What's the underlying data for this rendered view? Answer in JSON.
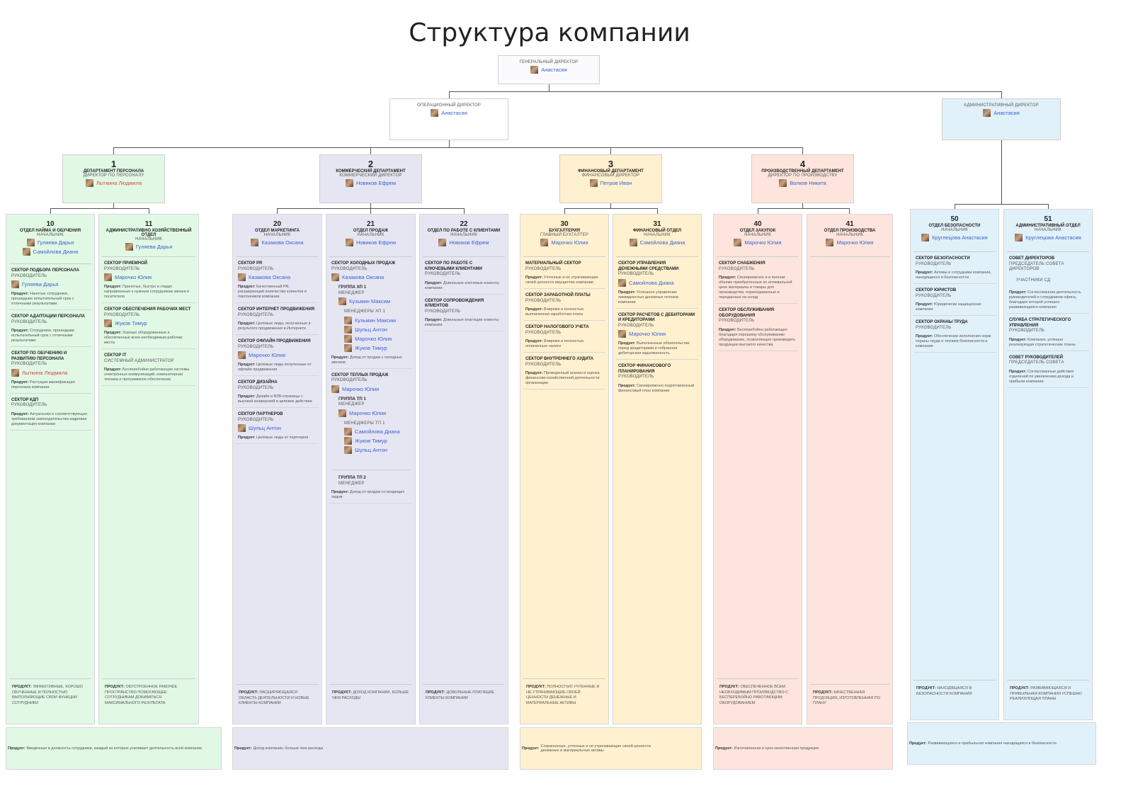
{
  "title": "Структура компании",
  "ceo": {
    "role": "ГЕНЕРАЛЬНЫЙ ДИРЕКТОР",
    "name": "Анастасия"
  },
  "coo": {
    "role": "ОПЕРАЦИОННЫЙ ДИРЕКТОР",
    "name": "Анастасия"
  },
  "cao": {
    "role": "АДМИНИСТРАТИВНЫЙ ДИРЕКТОР",
    "name": "Анастасия"
  },
  "colors": {
    "green": "#e1f8e5",
    "purple": "#e6e6f3",
    "yellow": "#fff1cf",
    "red": "#fde5dd",
    "blue": "#e1f1fa",
    "link": "#3a5fd0"
  },
  "departments": [
    {
      "num": "1",
      "name": "ДЕПАРТАМЕНТ ПЕРСОНАЛА",
      "role": "ДИРЕКТОР ПО ПЕРСОНАЛУ",
      "person": "Лыткина Людмила"
    },
    {
      "num": "2",
      "name": "КОММЕРЧЕСКИЙ ДЕПАРТАМЕНТ",
      "role": "КОММЕРЧЕСКИЙ ДИРЕКТОР",
      "person": "Новиков Ефрем"
    },
    {
      "num": "3",
      "name": "ФИНАНСОВЫЙ ДЕПАРТАМЕНТ",
      "role": "ФИНАНСОВЫЙ ДИРЕКТОР",
      "person": "Петров Иван"
    },
    {
      "num": "4",
      "name": "ПРОИЗВОДСТВЕННЫЙ ДЕПАРТАМЕНТ",
      "role": "ДИРЕКТОР ПО ПРОИЗВОДСТВУ",
      "person": "Волков Никита"
    }
  ],
  "labels": {
    "head": "НАЧАЛЬНИК",
    "lead": "РУКОВОДИТЕЛЬ",
    "product": "Продукт:",
    "product_caps": "ПРОДУКТ:",
    "manager": "МЕНЕДЖЕР"
  },
  "c10": {
    "num": "10",
    "name": "ОТДЕЛ НАЙМА И ОБУЧЕНИЯ",
    "p1": "Гуляева Дарья",
    "p2": "Самойлова Диана",
    "s1": {
      "t": "СЕКТОР ПОДБОРА ПЕРСОНАЛА",
      "p": "Гуляева Дарья",
      "d": "Нанятые сотрудники, прошедшие испытательный срок с отличными результатами"
    },
    "s2": {
      "t": "СЕКТОР АДАПТАЦИИ ПЕРСОНАЛА",
      "d": "Сотрудники, прошедшие испытательный срок с отличными результатами"
    },
    "s3": {
      "t": "СЕКТОР ПО ОБУЧЕНИЮ И РАЗВИТИЮ ПЕРСОНАЛА",
      "p": "Лыткина Людмила",
      "d": "Растущая квалификация персонала компании"
    },
    "s4": {
      "t": "СЕКТОР КДП",
      "d": "Актуальная и соответствующая требованиям законодательства кадровая документация компании"
    },
    "foot": "ЭФФЕКТИВНЫЕ, ХОРОШО ОБУЧЕННЫЕ И ПОЛНОСТЬЮ ВЫПОЛНЯЮЩИЕ СВОИ ФУНКЦИИ СОТРУДНИКИ"
  },
  "c11": {
    "num": "11",
    "name": "АДМИНИСТРАТИВНО ХОЗЯЙСТВЕННЫЙ ОТДЕЛ",
    "p1": "Гуляева Дарья",
    "s1": {
      "t": "СЕКТОР ПРИЕМНОЙ",
      "p": "Марочко Юлия",
      "d": "Принятые, быстро и гладко направленные к нужным сотрудникам звонки и посетители"
    },
    "s2": {
      "t": "СЕКТОР ОБЕСПЕЧЕНИЯ РАБОЧИХ МЕСТ",
      "p": "Жуков Тимур",
      "d": "Хорошо оборудованные и обеспеченные всем необходимым рабочие места"
    },
    "s3": {
      "t": "СЕКТОР IT",
      "r": "СИСТЕМНЫЙ АДМИНИСТРАТОР",
      "d": "Бесперебойно работающие системы электронных коммуникаций, компьютерная техника и программное обеспечение"
    },
    "foot": "ОБУСТРОЕННОЕ РАБОЧЕЕ ПРОСТРАНСТВО ПОМОГАЮЩЕЕ СОТРУДНИКАМ ДОБИВАТЬСЯ МАКСИМАЛЬНОГО РЕЗУЛЬТАТА"
  },
  "c20": {
    "num": "20",
    "name": "ОТДЕЛ МАРКЕТИНГА",
    "p1": "Казакова Оксана",
    "s1": {
      "t": "СЕКТОР PR",
      "p": "Казакова Оксана",
      "d": "Качественный PR, расширяющий количество клиентов и поклонников компании"
    },
    "s2": {
      "t": "СЕКТОР ИНТЕРНЕТ ПРОДВИЖЕНИЯ",
      "d": "Целевые лиды, полученные в результате продвижения в Интернете"
    },
    "s3": {
      "t": "СЕКТОР ОФЛАЙН ПРОДВИЖЕНИЯ",
      "p": "Марочко Юлия",
      "d": "Целевые лиды полученные от офлайн продвижения"
    },
    "s4": {
      "t": "СЕКТОР ДИЗАЙНА",
      "d": "Дизайн и В2В-страницы с высокой конверсией в целевое действие"
    },
    "s5": {
      "t": "СЕКТОР ПАРТНЕРОВ",
      "p": "Шульц Антон",
      "d": "Целевые лиды от партнеров"
    },
    "foot": "РАСШИРЯЮЩАЯСЯ ОБЛАСТЬ ДЕЯТЕЛЬНОСТИ И НОВЫЕ КЛИЕНТЫ КОМПАНИИ"
  },
  "c21": {
    "num": "21",
    "name": "ОТДЕЛ ПРОДАЖ",
    "p1": "Новиков Ефрем",
    "s1": {
      "t": "СЕКТОР ХОЛОДНЫХ ПРОДАЖ",
      "p": "Казакова Оксана"
    },
    "g1": {
      "t": "ГРУППА ХП 1",
      "p": "Кузьмин Максим",
      "mt": "МЕНЕДЖЕРЫ ХП 1",
      "m": [
        "Кузьмин Максим",
        "Шульц Антон",
        "Марочко Юлия",
        "Жуков Тимур"
      ]
    },
    "s1d": "Доход от продаж с холодных звонков",
    "s2": {
      "t": "СЕКТОР ТЕПЛЫХ ПРОДАЖ",
      "p": "Марочко Юлия"
    },
    "g2": {
      "t": "ГРУППА ТП 1",
      "p": "Марочко Юлия",
      "mt": "МЕНЕДЖЕРЫ ТП 1",
      "m": [
        "Самойлова Диана",
        "Жуков Тимур",
        "Шульц Антон"
      ]
    },
    "g3": {
      "t": "ГРУППА ТП 2",
      "d": "Доход от продаж со входящих лидов"
    },
    "foot": "ДОХОД КОМПАНИИ, БОЛЬШЕ ЧЕМ РАСХОДЫ"
  },
  "c22": {
    "num": "22",
    "name": "ОТДЕЛ ПО РАБОТЕ С КЛИЕНТАМИ",
    "p1": "Новиков Ефрем",
    "s1": {
      "t": "СЕКТОР ПО РАБОТЕ С КЛЮЧЕВЫМИ КЛИЕНТАМИ",
      "d": "Довольные ключевые клиенты компании"
    },
    "s2": {
      "t": "СЕКТОР СОПРОВОЖДЕНИЯ КЛИЕНТОВ",
      "d": "Довольные платящие клиенты компании"
    },
    "foot": "ДОВОЛЬНЫЕ ПЛАТЯЩИЕ КЛИЕНТЫ КОМПАНИИ"
  },
  "c30": {
    "num": "30",
    "name": "БУХГАЛТЕРИЯ",
    "r": "ГЛАВНЫЙ БУХГАЛТЕР",
    "p1": "Марочко Юлия",
    "s1": {
      "t": "МАТЕРИАЛЬНЫЙ СЕКТОР",
      "d": "Учтенные и не утрачивающие своей ценности имущество компании"
    },
    "s2": {
      "t": "СЕКТОР ЗАРАБОТНОЙ ПЛАТЫ",
      "d": "Вовремя и полностью выплаченная заработная плата"
    },
    "s3": {
      "t": "СЕКТОР НАЛОГОВОГО УЧЕТА",
      "d": "Вовремя и полностью оплаченные налоги"
    },
    "s4": {
      "t": "СЕКТОР ВНУТРЕННЕГО АУДИТА",
      "d": "Проведенный анализ и оценка финансово-хозяйственной деятельности организации"
    },
    "foot": "ПОЛНОСТЬЮ УЧТЕННЫЕ И НЕ УТРАЧИВАЮЩИЕ СВОЕЙ ЦЕННОСТИ ДЕНЕЖНЫЕ И МАТЕРИАЛЬНЫЕ АКТИВЫ"
  },
  "c31": {
    "num": "31",
    "name": "ФИНАНСОВЫЙ ОТДЕЛ",
    "p1": "Самойлова Диана",
    "s1": {
      "t": "СЕКТОР УПРАВЛЕНИЯ ДЕНЕЖНЫМИ СРЕДСТВАМИ",
      "p": "Самойлова Диана",
      "d": "Успешное управление ликвидностью денежных потоков компании"
    },
    "s2": {
      "t": "СЕКТОР РАСЧЕТОВ С ДЕБИТОРАМИ И КРЕДИТОРАМИ",
      "p": "Марочко Юлия",
      "d": "Выполненные обязательства перед кредиторами и собранная дебиторская задолженность"
    },
    "s3": {
      "t": "СЕКТОР ФИНАНСОВОГО ПЛАНИРОВАНИЯ",
      "d": "Своевременно подготовленный финансовый план компании"
    }
  },
  "c40": {
    "num": "40",
    "name": "ОТДЕЛ ЗАКУПОК",
    "p1": "Марочко Юлия",
    "s1": {
      "t": "СЕКТОР СНАБЖЕНИЯ",
      "d": "Своевременно и в полном объеме приобретенные по оптимальной цене материалы и товары для производства, оприходованные и переданные на склад"
    },
    "s2": {
      "t": "СЕКТОР ОБСЛУЖИВАНИЯ ОБОРУДОВАНИЯ",
      "d": "Бесперебойно работающее благодаря хорошему обслуживанию оборудование, позволяющее производить продукцию высокого качества"
    },
    "foot": "ОБЕСПЕЧЕННОЕ ВСЕМ НЕОБХОДИМЫМ ПРОИЗВОДСТВО С БЕСПЕРЕБОЙНО РАБОТАЮЩИМ ОБОРУДОВАНИЕМ"
  },
  "c41": {
    "num": "41",
    "name": "ОТДЕЛ ПРОИЗВОДСТВА",
    "p1": "Марочко Юлия",
    "foot": "КАЧЕСТВЕННАЯ ПРОДУКЦИЯ, ИЗГОТОВЛЕННАЯ ПО ПЛАНУ"
  },
  "c50": {
    "num": "50",
    "name": "ОТДЕЛ БЕЗОПАСНОСТИ",
    "p1": "Круглецова Анастасия",
    "s1": {
      "t": "СЕКТОР БЕЗОПАСНОСТИ",
      "d": "Активы и сотрудники компании, находящиеся в безопасности"
    },
    "s2": {
      "t": "СЕКТОР ЮРИСТОВ",
      "d": "Юридически защищенная компания"
    },
    "s3": {
      "t": "СЕКТОР ОХРАНЫ ТРУДА",
      "d": "Обеспечение исполнения норм охраны труда и техники безопасности в компании"
    },
    "foot": "НАХОДЯЩАЯСЯ В БЕЗОПАСНОСТИ КОМПАНИЯ"
  },
  "c51": {
    "num": "51",
    "name": "АДМИНИСТРАТИВНЫЙ ОТДЕЛ",
    "p1": "Круглецова Анастасия",
    "s1": {
      "t": "СОВЕТ ДИРЕКТОРОВ",
      "r": "ПРЕДСЕДАТЕЛЬ СОВЕТА ДИРЕКТОРОВ",
      "r2": "УЧАСТНИКИ СД",
      "d": "Согласованная деятельность руководителей и сотрудников офиса, благодаря которой успешно развивающаяся компания"
    },
    "s2": {
      "t": "СЛУЖБА СТРАТЕГИЧЕСКОГО УПРАВЛЕНИЯ",
      "d": "Компания, успешно реализующая стратегические планы"
    },
    "s3": {
      "t": "СОВЕТ РУКОВОДИТЕЛЕЙ",
      "r": "ПРЕДСЕДАТЕЛЬ СОВЕТА",
      "d": "Согласованные действия отделений по увеличению дохода и прибыли компании"
    },
    "foot": "РАЗВИВАЮЩАЯСЯ И ПРИБЫЛЬНАЯ КОМПАНИЯ УСПЕШНО РЕАЛИЗУЮЩАЯ ПЛАНЫ"
  },
  "bottom": {
    "d1": "Введенные в должность сотрудники, каждый из которых усиливает деятельность всей компании",
    "d2": "Доход компании, больше чем расходы",
    "d3": "Сохраненные, учтенные и не утрачивающие своей ценности денежные и материальные активы",
    "d4": "Изготовленная в срок качественная продукция",
    "d5": "Развивающаяся и прибыльная компания находящаяся в безопасности"
  }
}
